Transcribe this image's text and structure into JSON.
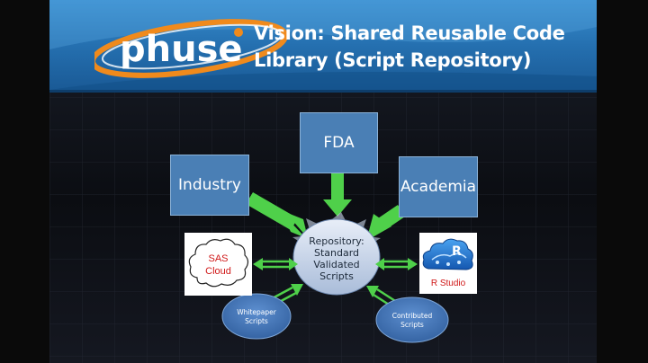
{
  "slide": {
    "logo_text": "phuse",
    "title_line1": "Vision: Shared Reusable Code",
    "title_line2": "Library (Script Repository)"
  },
  "diagram": {
    "sources": [
      {
        "id": "fda",
        "label": "FDA"
      },
      {
        "id": "industry",
        "label": "Industry"
      },
      {
        "id": "academia",
        "label": "Academia"
      }
    ],
    "hub": {
      "lines": [
        "Repository:",
        "Standard",
        "Validated",
        "Scripts"
      ]
    },
    "sas": {
      "lines": [
        "SAS",
        "Cloud"
      ]
    },
    "r_studio": {
      "label": "R Studio"
    },
    "whitepaper": {
      "lines": [
        "Whitepaper",
        "Scripts"
      ]
    },
    "contributed": {
      "lines": [
        "Contributed",
        "Scripts"
      ]
    }
  },
  "colors": {
    "header_blue": "#2a78bd",
    "box_fill": "#4a7fb5",
    "arrow_green": "#4fd04a",
    "logo_orange": "#f08a1c",
    "sas_red": "#d01818"
  }
}
